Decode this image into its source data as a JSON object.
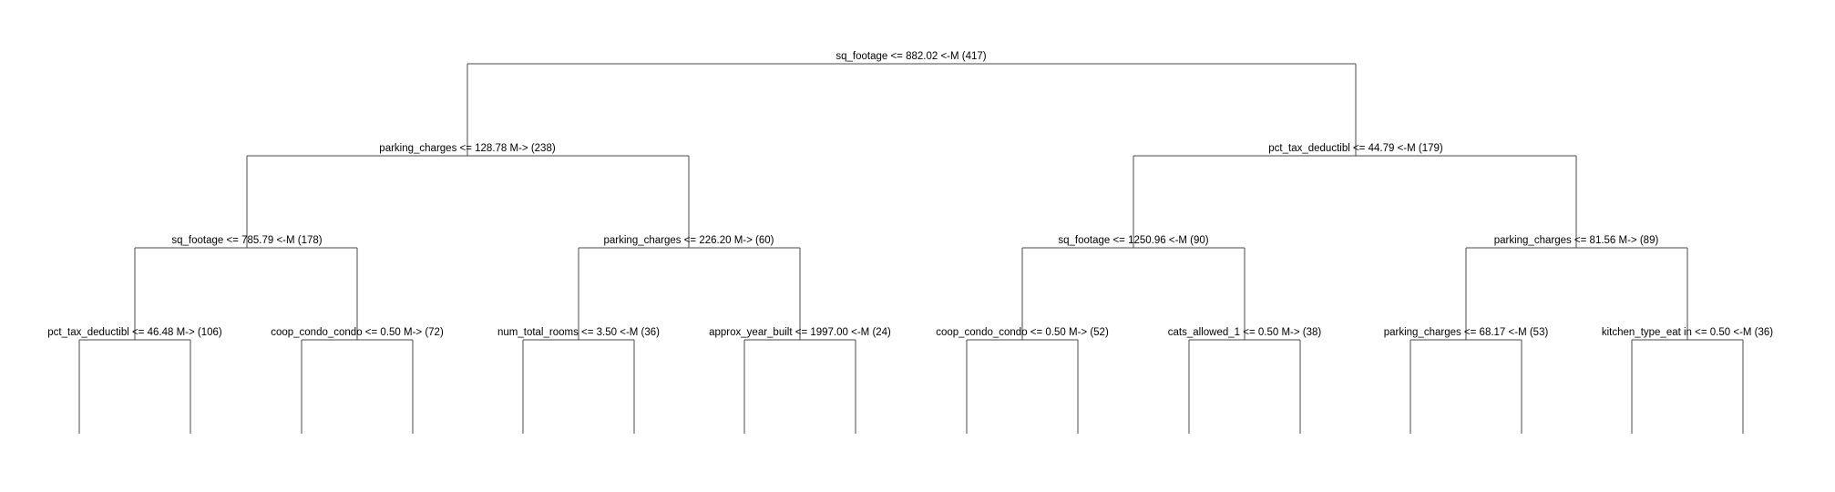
{
  "tree": {
    "nodes": [
      {
        "id": "root",
        "label": "sq_footage <= 882.02 <-M (417)"
      },
      {
        "id": "l",
        "label": "parking_charges <= 128.78 M-> (238)"
      },
      {
        "id": "r",
        "label": "pct_tax_deductibl <= 44.79 <-M (179)"
      },
      {
        "id": "ll",
        "label": "sq_footage <= 785.79 <-M (178)"
      },
      {
        "id": "lr",
        "label": "parking_charges <= 226.20 M-> (60)"
      },
      {
        "id": "rl",
        "label": "sq_footage <= 1250.96 <-M (90)"
      },
      {
        "id": "rr",
        "label": "parking_charges <= 81.56 M-> (89)"
      },
      {
        "id": "lll",
        "label": "pct_tax_deductibl <= 46.48 M-> (106)"
      },
      {
        "id": "llr",
        "label": "coop_condo_condo <= 0.50 M-> (72)"
      },
      {
        "id": "lrl",
        "label": "num_total_rooms <= 3.50 <-M (36)"
      },
      {
        "id": "lrr",
        "label": "approx_year_built <= 1997.00 <-M (24)"
      },
      {
        "id": "rll",
        "label": "coop_condo_condo <= 0.50 M-> (52)"
      },
      {
        "id": "rlr",
        "label": "cats_allowed_1 <= 0.50 M-> (38)"
      },
      {
        "id": "rrl",
        "label": "parking_charges <= 68.17 <-M (53)"
      },
      {
        "id": "rrr",
        "label": "kitchen_type_eat in <= 0.50 <-M (36)"
      }
    ],
    "edges": [
      [
        "root",
        "l"
      ],
      [
        "root",
        "r"
      ],
      [
        "l",
        "ll"
      ],
      [
        "l",
        "lr"
      ],
      [
        "r",
        "rl"
      ],
      [
        "r",
        "rr"
      ],
      [
        "ll",
        "lll"
      ],
      [
        "ll",
        "llr"
      ],
      [
        "lr",
        "lrl"
      ],
      [
        "lr",
        "lrr"
      ],
      [
        "rl",
        "rll"
      ],
      [
        "rl",
        "rlr"
      ],
      [
        "rr",
        "rrl"
      ],
      [
        "rr",
        "rrr"
      ]
    ]
  }
}
